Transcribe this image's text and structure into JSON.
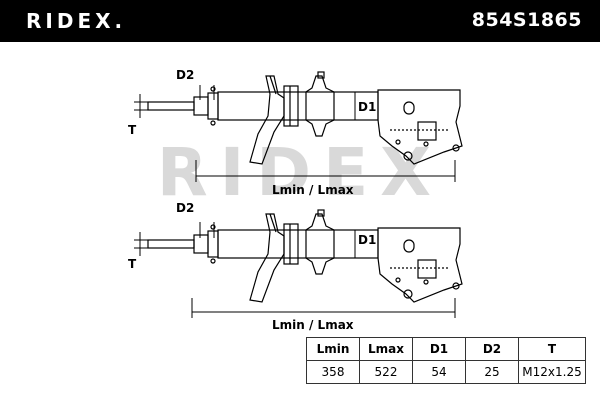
{
  "header": {
    "brand": "RIDEX.",
    "part_number": "854S1865"
  },
  "labels": {
    "d2": "D2",
    "d1": "D1",
    "t": "T",
    "length": "Lmin / Lmax"
  },
  "watermark": {
    "text": "RIDEX"
  },
  "spec_table": {
    "headers": [
      "Lmin",
      "Lmax",
      "D1",
      "D2",
      "T"
    ],
    "values": [
      "358",
      "522",
      "54",
      "25",
      "M12x1.25"
    ]
  },
  "colors": {
    "header_bg": "#000000",
    "line": "#000000",
    "watermark": "#d9d9d9"
  }
}
